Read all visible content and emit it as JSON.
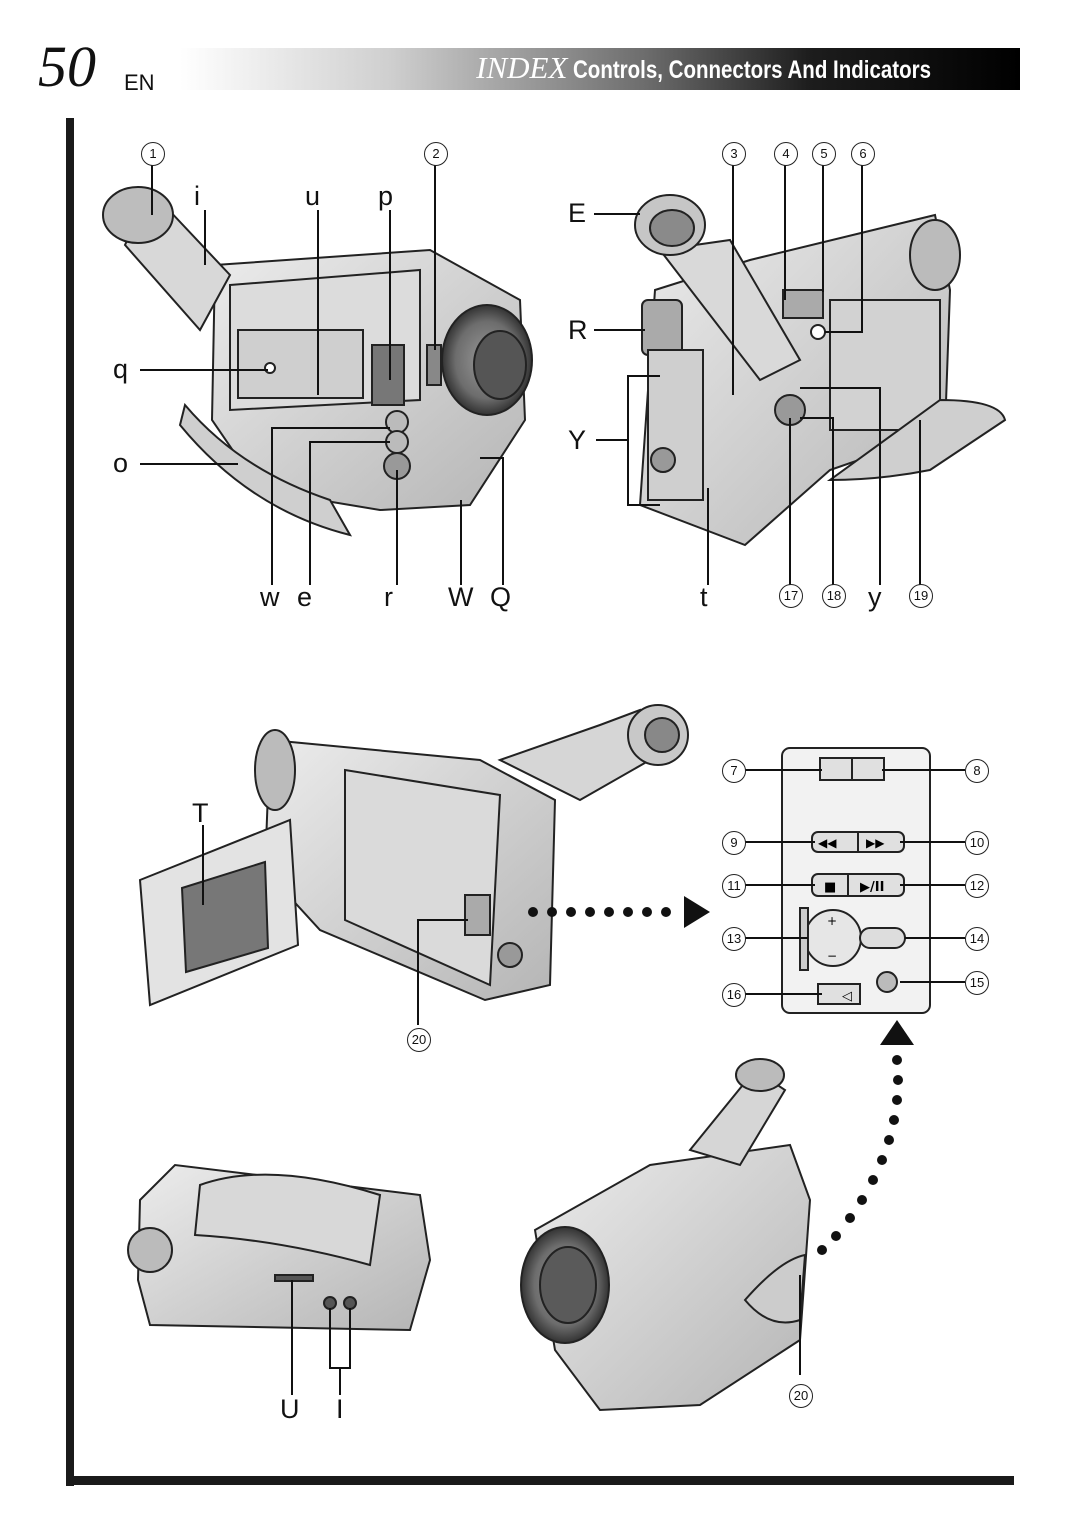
{
  "header": {
    "page_number": "50",
    "lang": "EN",
    "index_word": "INDEX",
    "title": "Controls, Connectors And Indicators"
  },
  "labels": {
    "i": "i",
    "u": "u",
    "p": "p",
    "q": "q",
    "o": "o",
    "w": "w",
    "e": "e",
    "r": "r",
    "W": "W",
    "Q": "Q",
    "E": "E",
    "R": "R",
    "Y": "Y",
    "t": "t",
    "y": "y",
    "T": "T",
    "U": "U",
    "I": "I"
  },
  "callouts": {
    "n1": "1",
    "n2": "2",
    "n3": "3",
    "n4": "4",
    "n5": "5",
    "n6": "6",
    "n7": "7",
    "n8": "8",
    "n9": "9",
    "n10": "10",
    "n11": "11",
    "n12": "12",
    "n13": "13",
    "n14": "14",
    "n15": "15",
    "n16": "16",
    "n17": "17",
    "n18": "18",
    "n19": "19",
    "n20a": "20",
    "n20b": "20"
  },
  "panel": {
    "icons": [
      "rewind-icon",
      "fast-forward-icon",
      "stop-icon",
      "play-pause-icon",
      "plus-minus-dial-icon",
      "triangle-left-icon"
    ],
    "rew": "◀◀",
    "ff": "▶▶",
    "stop": "■",
    "playpause": "▶/II",
    "tri": "◁",
    "plus": "+",
    "minus": "−"
  }
}
